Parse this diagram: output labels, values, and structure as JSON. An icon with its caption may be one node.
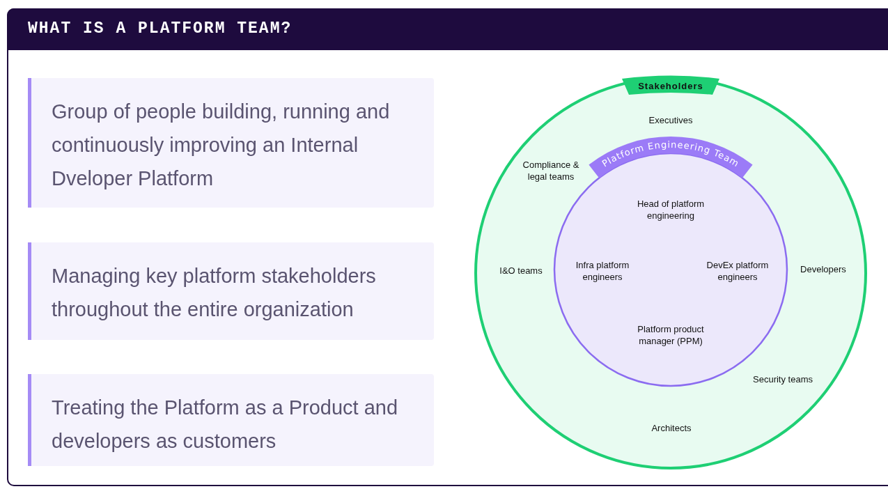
{
  "diagram": {
    "title": "WHAT IS A PLATFORM TEAM?",
    "nodes": [
      {
        "text": [
          "Group of people building, running and continuously improving an Internal Dveloper Platform"
        ]
      },
      {
        "text": [
          "Managing key platform stakeholders throughout the entire organization"
        ]
      },
      {
        "text": [
          "Treating the Platform as a Product and developers as customers"
        ]
      },
      {
        "text": [
          "Stakeholders",
          "Executives",
          "Compliance & legal teams",
          "I&O teams",
          "Developers",
          "Security teams",
          "Architects"
        ]
      },
      {
        "text": [
          "Platform Engineering Team",
          "Head of platform engineering",
          "Infra platform engineers",
          "DevEx platform engineers",
          "Platform product manager (PPM)"
        ],
        "in": 3
      }
    ]
  }
}
